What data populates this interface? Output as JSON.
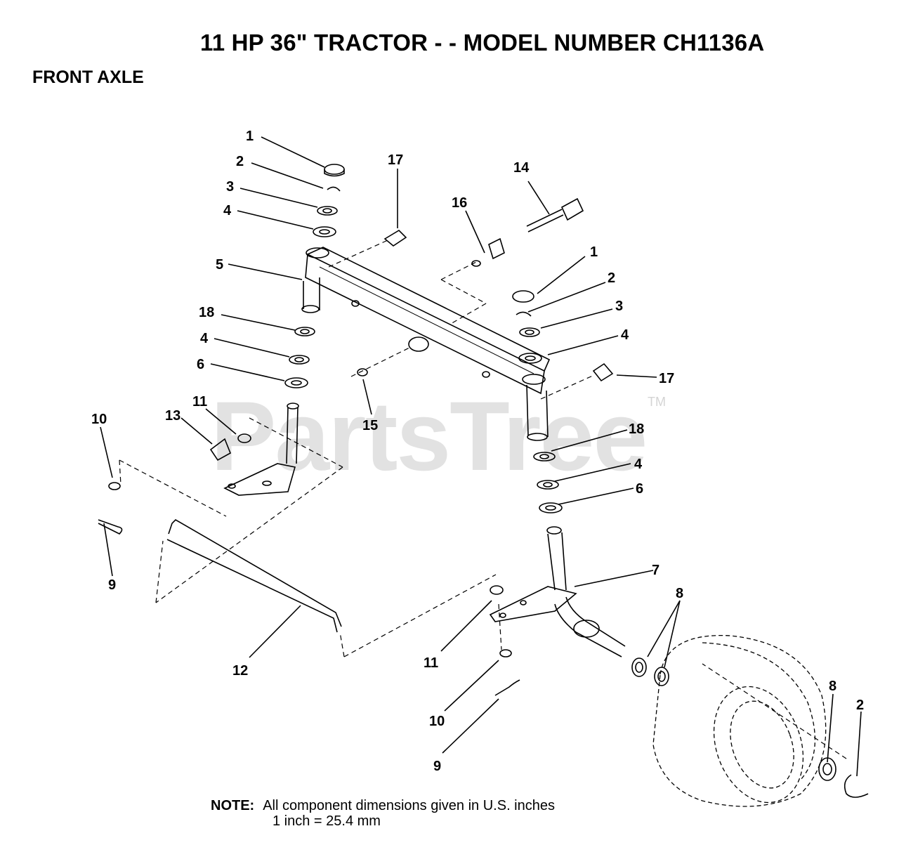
{
  "header": {
    "title": "11 HP 36\" TRACTOR  - - MODEL NUMBER CH1136A",
    "section": "FRONT AXLE"
  },
  "watermark": {
    "text": "PartsTree",
    "tm": "TM"
  },
  "callouts": {
    "c1a": "1",
    "c2a": "2",
    "c3a": "3",
    "c4a": "4",
    "c5": "5",
    "c18a": "18",
    "c4b": "4",
    "c6a": "6",
    "c17a": "17",
    "c16": "16",
    "c14": "14",
    "c1b": "1",
    "c2b": "2",
    "c3b": "3",
    "c4c": "4",
    "c17b": "17",
    "c15": "15",
    "c18b": "18",
    "c4d": "4",
    "c6b": "6",
    "c10a": "10",
    "c13": "13",
    "c11a": "11",
    "c9a": "9",
    "c12": "12",
    "c7": "7",
    "c8a": "8",
    "c11b": "11",
    "c10b": "10",
    "c9b": "9",
    "c8b": "8",
    "c2c": "2"
  },
  "note": {
    "label": "NOTE:",
    "line1": "All component dimensions given in U.S. inches",
    "line2": "1 inch = 25.4 mm"
  }
}
